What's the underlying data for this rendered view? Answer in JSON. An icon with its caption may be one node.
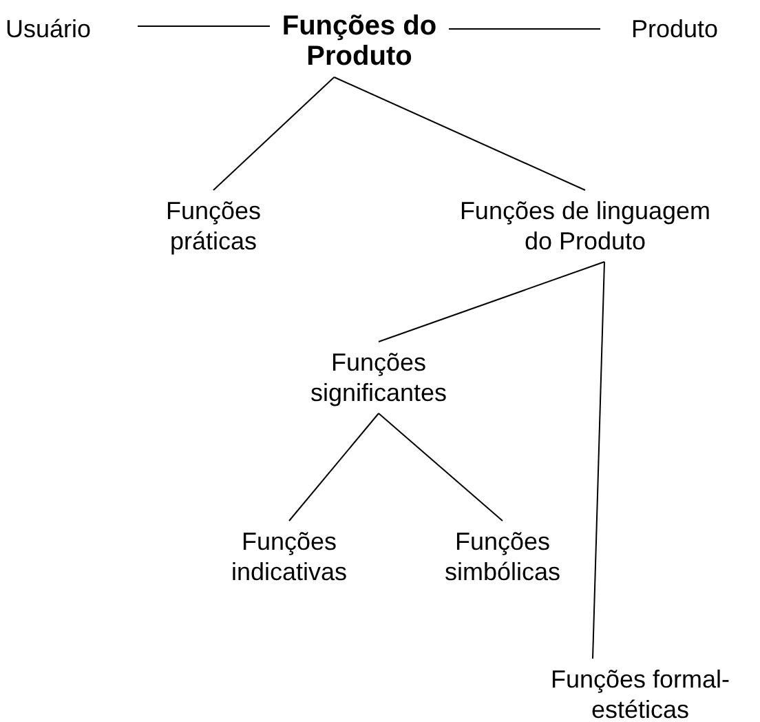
{
  "diagram": {
    "nodes": [
      {
        "text": [
          "Usuário"
        ]
      },
      {
        "text": [
          "Funções do Produto"
        ]
      },
      {
        "text": [
          "Produto"
        ]
      },
      {
        "text": [
          "Funções práticas"
        ]
      },
      {
        "text": [
          "Funções de linguagem do Produto"
        ]
      },
      {
        "text": [
          "Funções significantes"
        ]
      },
      {
        "text": [
          "Funções indicativas"
        ]
      },
      {
        "text": [
          "Funções simbólicas"
        ]
      },
      {
        "text": [
          "Funções formal-estéticas"
        ]
      }
    ],
    "edges": [
      {
        "from": 0,
        "to": 1,
        "arrow": "none"
      },
      {
        "from": 1,
        "to": 2,
        "arrow": "none"
      },
      {
        "from": 1,
        "to": 3,
        "arrow": "none"
      },
      {
        "from": 1,
        "to": 4,
        "arrow": "none"
      },
      {
        "from": 4,
        "to": 5,
        "arrow": "none"
      },
      {
        "from": 4,
        "to": 8,
        "arrow": "none"
      },
      {
        "from": 5,
        "to": 6,
        "arrow": "none"
      },
      {
        "from": 5,
        "to": 7,
        "arrow": "none"
      }
    ]
  }
}
